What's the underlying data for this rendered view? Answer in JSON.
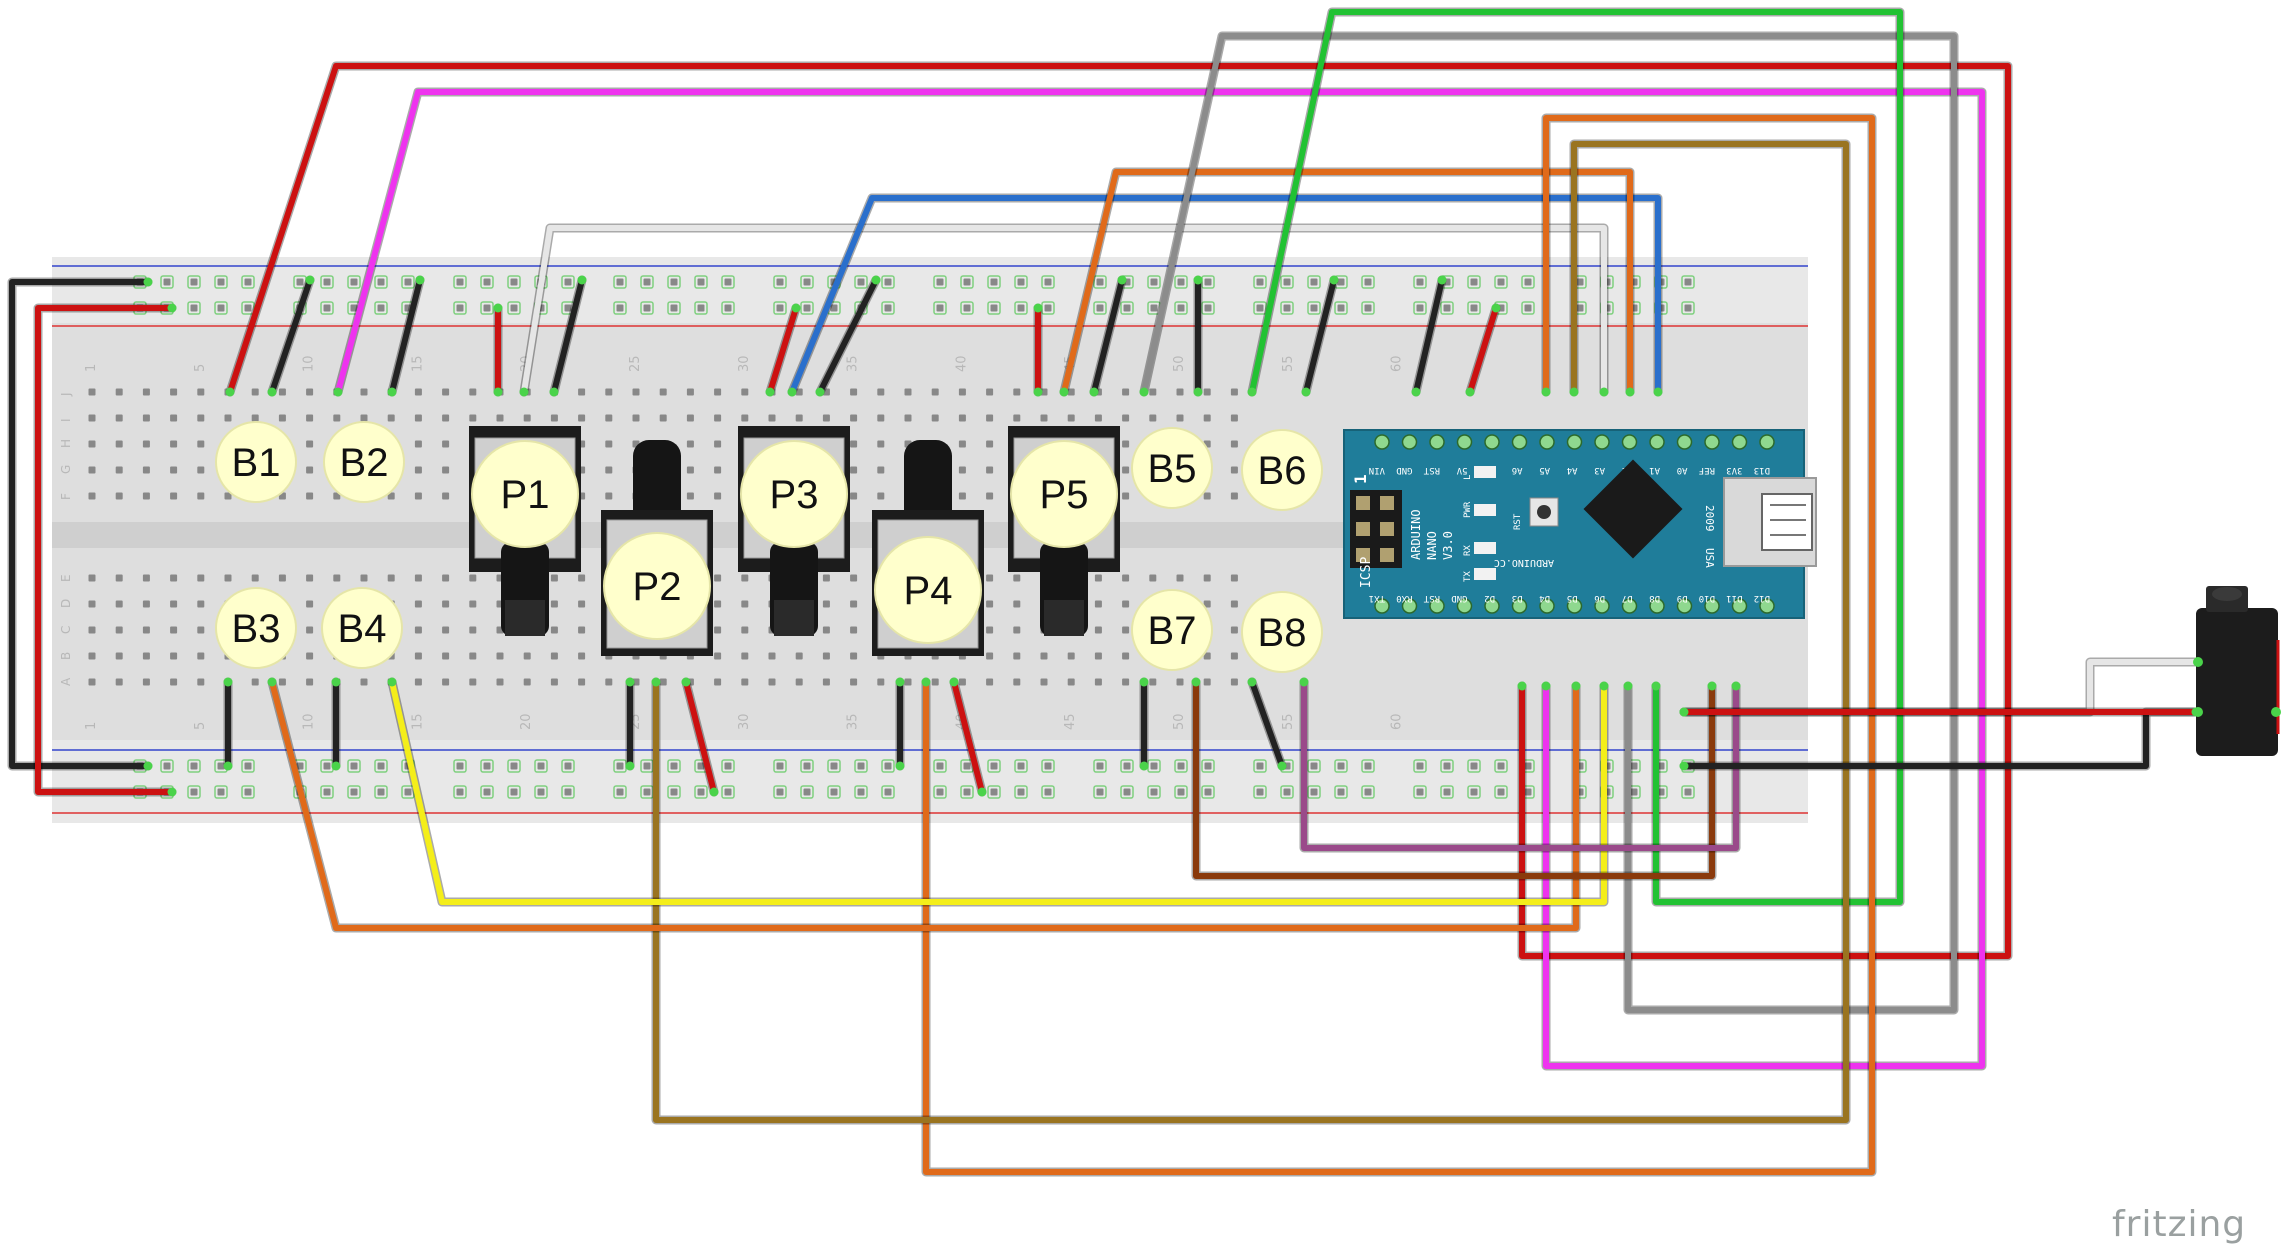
{
  "labels": {
    "buttons": [
      "B1",
      "B2",
      "B3",
      "B4",
      "B5",
      "B6",
      "B7",
      "B8"
    ],
    "pots": [
      "P1",
      "P2",
      "P3",
      "P4",
      "P5"
    ]
  },
  "arduino": {
    "title1": "ARDUINO",
    "title2": "NANO",
    "title3": "V3.0",
    "site": "ARDUINO.CC",
    "year": "2009",
    "country": "USA",
    "icsp": "ICSP",
    "icsp_num": "1",
    "rst": "RST",
    "leds": [
      "L",
      "PWR",
      "RX",
      "TX"
    ],
    "top_pins": [
      "D13",
      "3V3",
      "REF",
      "A0",
      "A1",
      "A2",
      "A3",
      "A4",
      "A5",
      "A6",
      "A7",
      "5V",
      "RST",
      "GND",
      "VIN"
    ],
    "bottom_pins": [
      "D12",
      "D11",
      "D10",
      "D9",
      "D8",
      "D7",
      "D6",
      "D5",
      "D4",
      "D3",
      "D2",
      "GND",
      "RST",
      "RX0",
      "TX1"
    ]
  },
  "breadboard": {
    "row_letters_top": [
      "J",
      "I",
      "H",
      "G",
      "F"
    ],
    "row_letters_bottom": [
      "E",
      "D",
      "C",
      "B",
      "A"
    ],
    "col_numbers": [
      "1",
      "5",
      "10",
      "15",
      "20",
      "25",
      "30",
      "35",
      "40",
      "45",
      "50",
      "55",
      "60"
    ]
  },
  "colors": {
    "red": "#cc1111",
    "black": "#222222",
    "magenta": "#ee33ee",
    "white": "#e6e6e6",
    "blue": "#2a6fcc",
    "gray": "#8c8c8c",
    "green": "#22c233",
    "orange": "#e06a1a",
    "olive": "#9a7420",
    "yellow": "#f4ee1a",
    "brown": "#8a3a0c",
    "purple": "#9a4a8a",
    "arduino": "#1f7d9a"
  },
  "watermark": "fritzing"
}
